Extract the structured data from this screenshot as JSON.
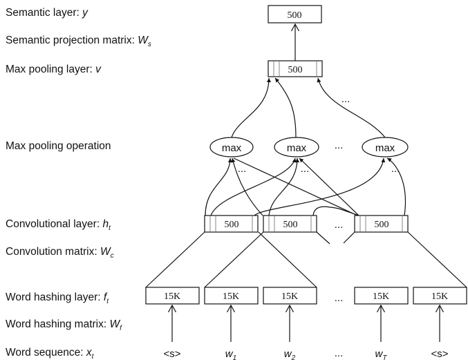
{
  "labels": [
    {
      "text": "Semantic layer: ",
      "var": "y",
      "sub": ""
    },
    {
      "text": "Semantic projection matrix: ",
      "var": "W",
      "sub": "s"
    },
    {
      "text": "Max pooling layer: ",
      "var": "v",
      "sub": ""
    },
    {
      "text": "Max pooling operation",
      "var": "",
      "sub": ""
    },
    {
      "text": "Convolutional layer: ",
      "var": "h",
      "sub": "t"
    },
    {
      "text": "Convolution matrix: ",
      "var": "W",
      "sub": "c"
    },
    {
      "text": "Word hashing layer: ",
      "var": "f",
      "sub": "t"
    },
    {
      "text": "Word hashing matrix: ",
      "var": "W",
      "sub": "f"
    },
    {
      "text": "Word sequence: ",
      "var": "x",
      "sub": "t"
    }
  ],
  "semantic_box": "500",
  "pool_box": "500",
  "max_nodes": [
    "max",
    "max",
    "max"
  ],
  "conv_boxes": [
    "500",
    "500",
    "500"
  ],
  "hash_boxes": [
    "15K",
    "15K",
    "15K",
    "15K",
    "15K"
  ],
  "words": [
    {
      "base": "<s>",
      "sub": ""
    },
    {
      "base": "w",
      "sub": "1"
    },
    {
      "base": "w",
      "sub": "2"
    },
    {
      "base": "w",
      "sub": "T"
    },
    {
      "base": "<s>",
      "sub": ""
    }
  ],
  "ellipsis": "..."
}
